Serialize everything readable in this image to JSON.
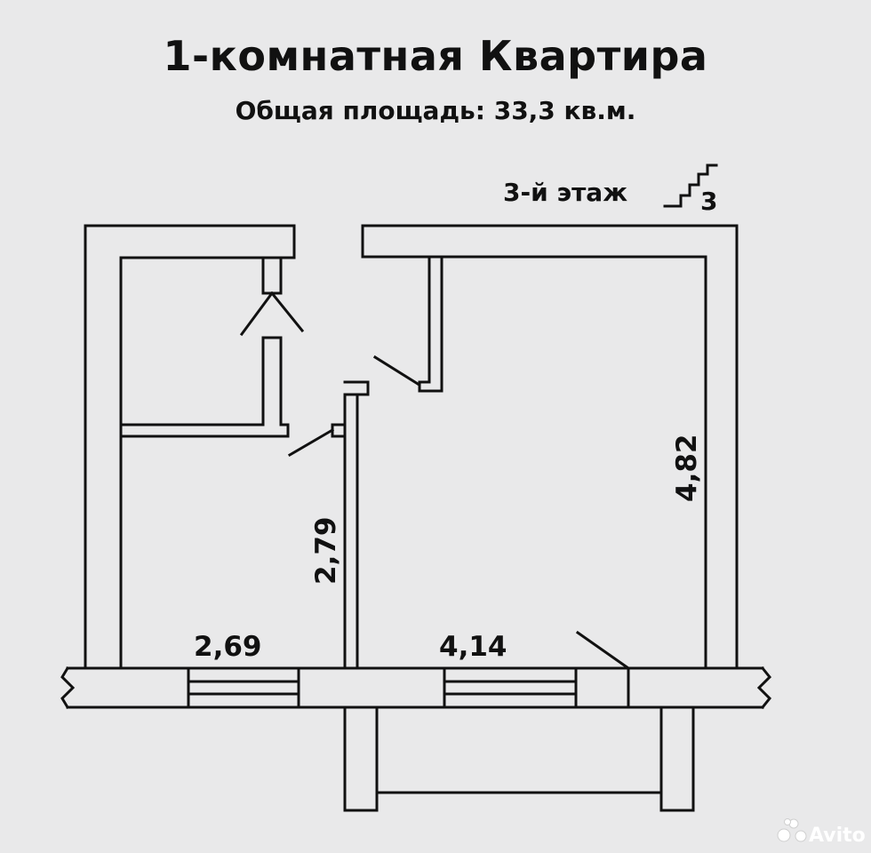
{
  "title": "1-комнатная Квартира",
  "subtitle": "Общая площадь: 33,3 кв.м.",
  "floor": {
    "label": "3-й этаж",
    "number": "3",
    "icon": "stairs-icon"
  },
  "dimensions": {
    "room_width": "4,14",
    "room_length": "4,82",
    "hall_width": "2,69",
    "hall_length": "2,79"
  },
  "watermark": {
    "text": "Avito",
    "icon": "avito-logo-icon"
  },
  "colors": {
    "background": "#e9e9ea",
    "lines": "#111111"
  }
}
